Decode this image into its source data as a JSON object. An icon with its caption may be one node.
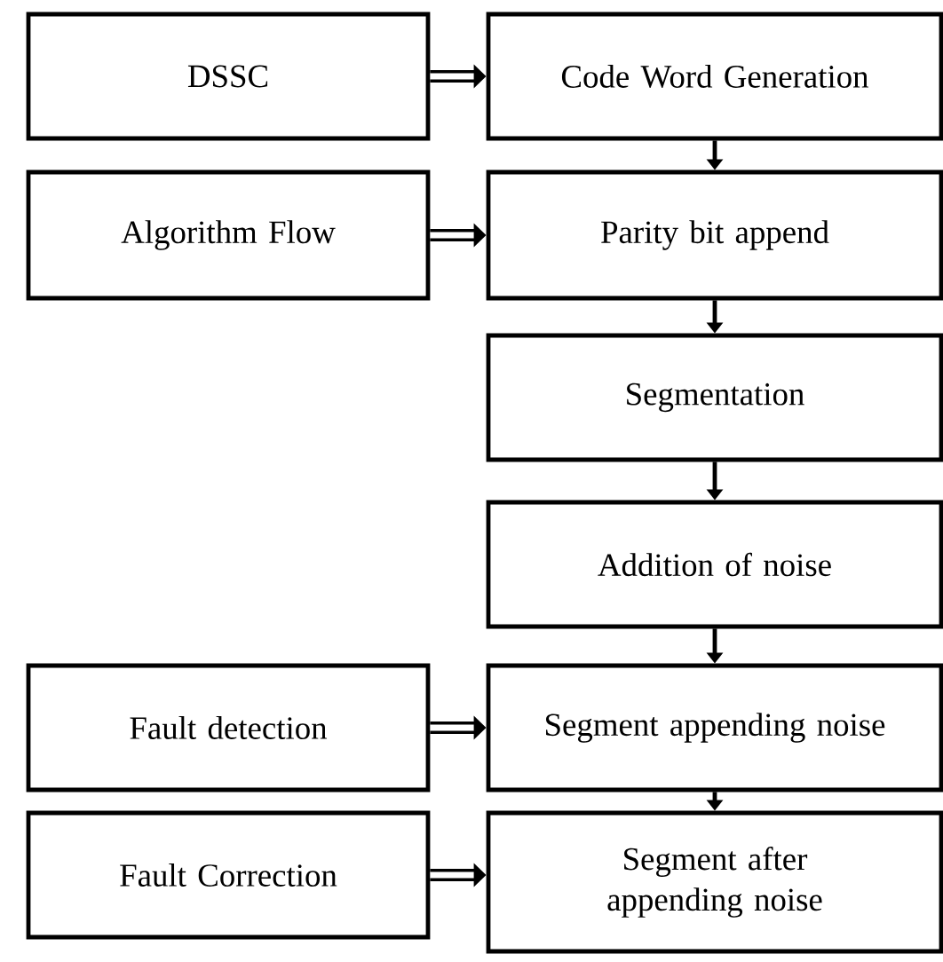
{
  "diagram": {
    "nodes": [
      {
        "text": [
          "DSSC"
        ]
      },
      {
        "text": [
          "Code Word Generation"
        ]
      },
      {
        "text": [
          "Algorithm Flow"
        ]
      },
      {
        "text": [
          "Parity bit append"
        ]
      },
      {
        "text": [
          "Segmentation"
        ]
      },
      {
        "text": [
          "Addition of noise"
        ]
      },
      {
        "text": [
          "Fault detection"
        ]
      },
      {
        "text": [
          "Segment appending noise"
        ]
      },
      {
        "text": [
          "Fault Correction"
        ]
      },
      {
        "text": [
          "Segment after appending noise"
        ]
      }
    ],
    "edges": [
      {
        "from": 0,
        "to": 1,
        "arrow": "to",
        "style": "thick"
      },
      {
        "from": 1,
        "to": 3,
        "arrow": "to"
      },
      {
        "from": 2,
        "to": 3,
        "arrow": "to",
        "style": "thick"
      },
      {
        "from": 3,
        "to": 4,
        "arrow": "to"
      },
      {
        "from": 4,
        "to": 5,
        "arrow": "to"
      },
      {
        "from": 5,
        "to": 7,
        "arrow": "to"
      },
      {
        "from": 6,
        "to": 7,
        "arrow": "to",
        "style": "thick"
      },
      {
        "from": 7,
        "to": 9,
        "arrow": "to"
      },
      {
        "from": 8,
        "to": 9,
        "arrow": "to",
        "style": "thick"
      }
    ]
  }
}
